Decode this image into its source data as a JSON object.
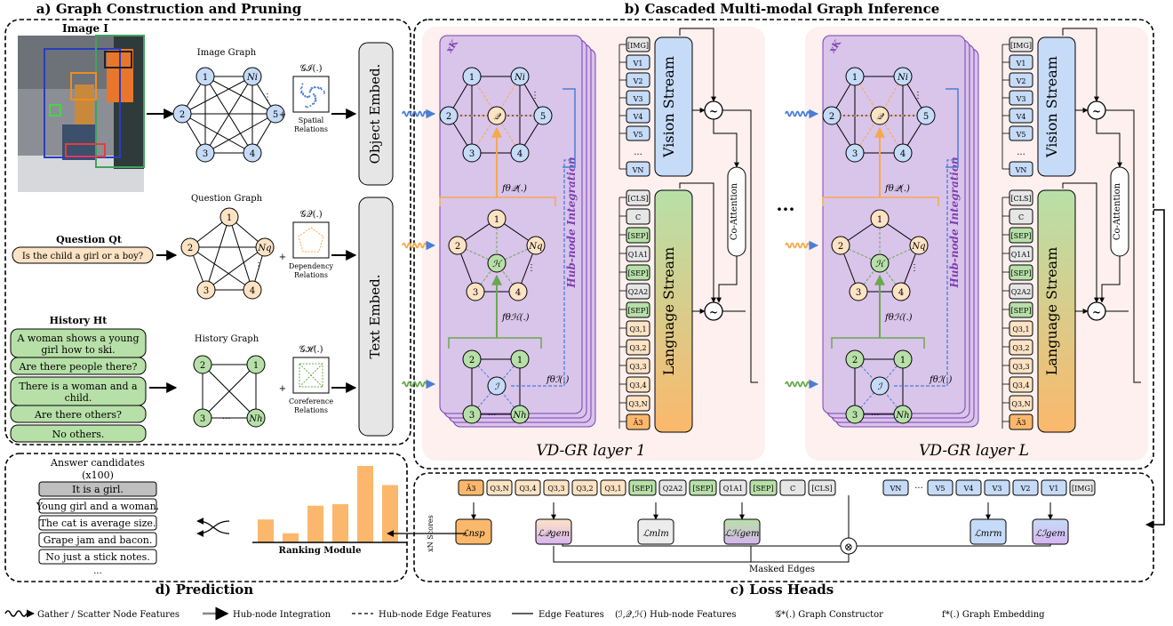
{
  "panels": {
    "a": "a) Graph Construction and Pruning",
    "b": "b) Cascaded Multi-modal Graph Inference",
    "c": "c) Loss Heads",
    "d": "d) Prediction"
  },
  "image_label": "Image I",
  "graphs": {
    "image": "Image Graph",
    "question": "Question Graph",
    "history": "History Graph",
    "img_constructor": "𝒢ℐ(.)",
    "q_constructor": "𝒢𝒬(.)",
    "h_constructor": "𝒢ℋ(.)",
    "spatial": [
      "Spatial",
      "Relations"
    ],
    "dependency": [
      "Dependency",
      "Relations"
    ],
    "coreference": [
      "Coreference",
      "Relations"
    ]
  },
  "question": {
    "label": "Question Qt",
    "text": "Is the child a girl or a boy?"
  },
  "history": {
    "label": "History Ht",
    "items": [
      [
        "A woman shows a young",
        "girl how to ski."
      ],
      [
        "Are there people there?"
      ],
      [
        "There is a woman and a",
        "child."
      ],
      [
        "Are there others?"
      ],
      [
        "No others."
      ]
    ]
  },
  "embeds": {
    "object": "Object Embed.",
    "text": "Text Embed."
  },
  "nodes": {
    "one": "1",
    "two": "2",
    "three": "3",
    "four": "4",
    "five": "5",
    "ni": "Ni",
    "nq": "Nq",
    "nh": "Nh",
    "hub_q": "𝒬",
    "hub_h": "ℋ",
    "hub_i": "ℐ",
    "dots": "⋮",
    "hdots": "···"
  },
  "layers": {
    "xk": "xK",
    "hub_integration": "Hub-node Integration",
    "f_q": "fθ𝒬(.)",
    "f_h": "fθℋ(.)",
    "f_i": "fθℐ(.)",
    "layer1": "VD-GR layer 1",
    "layerL": "VD-GR layer L",
    "ellipsis": "···"
  },
  "streams": {
    "vision": "Vision Stream",
    "language": "Language Stream",
    "coattn": "Co-Attention",
    "tilde": "~"
  },
  "vision_tokens": [
    "[IMG]",
    "V1",
    "V2",
    "V3",
    "V4",
    "V5",
    "...",
    "VN"
  ],
  "language_tokens": [
    "[CLS]",
    "C",
    "[SEP]",
    "Q1A1",
    "[SEP]",
    "Q2A2",
    "[SEP]",
    "Q3,1",
    "Q3,2",
    "Q3,3",
    "Q3,4",
    "Q3,N",
    "Ã3"
  ],
  "loss_tokens": [
    "Ã3",
    "Q3,N",
    "Q3,4",
    "Q3,3",
    "Q3,2",
    "Q3,1",
    "[SEP]",
    "Q2A2",
    "[SEP]",
    "Q1A1",
    "[SEP]",
    "C",
    "[CLS]"
  ],
  "loss_vision_tokens": [
    "VN",
    "···",
    "V5",
    "V4",
    "V3",
    "V2",
    "V1",
    "[IMG]"
  ],
  "losses": {
    "nsp": "ℒnsp",
    "gem_q": "ℒ𝒬gem",
    "mlm": "ℒmlm",
    "gem_h": "ℒℋgem",
    "mrm": "ℒmrm",
    "gem_i": "ℒℐgem",
    "masked_edges": "Masked Edges",
    "xn_scores": "xN Scores",
    "otimes": "⊗"
  },
  "prediction": {
    "title": [
      "Answer candidates",
      "(x100)"
    ],
    "answers": [
      "It is a girl.",
      "Young girl and a woman.",
      "The cat is average size.",
      "Grape jam and bacon.",
      "No just a stick notes."
    ],
    "more": "···",
    "ranking": "Ranking Module"
  },
  "chart_data": {
    "type": "bar",
    "values": [
      0.3,
      0.12,
      0.48,
      0.5,
      1.0,
      0.75
    ],
    "color": "#fbb86c"
  },
  "legend": {
    "gather": "Gather / Scatter Node Features",
    "hub_int": "Hub-node Integration",
    "hub_edge": "Hub-node Edge Features",
    "edge": "Edge Features",
    "hub_feat": "(ℐ,𝒬,ℋ) Hub-node Features",
    "constructor": "𝒢*(.) Graph Constructor",
    "embedding": "f*(.) Graph Embedding"
  },
  "colors": {
    "blue_node": "#c6dbf7",
    "orange_node": "#fde3c4",
    "green_node": "#b7e0a8",
    "layer_bg": "#d9c4ea",
    "layer_border": "#7d3fb2",
    "panel_bg": "#fdf0ee",
    "answer_grey": "#bfbfbf"
  }
}
